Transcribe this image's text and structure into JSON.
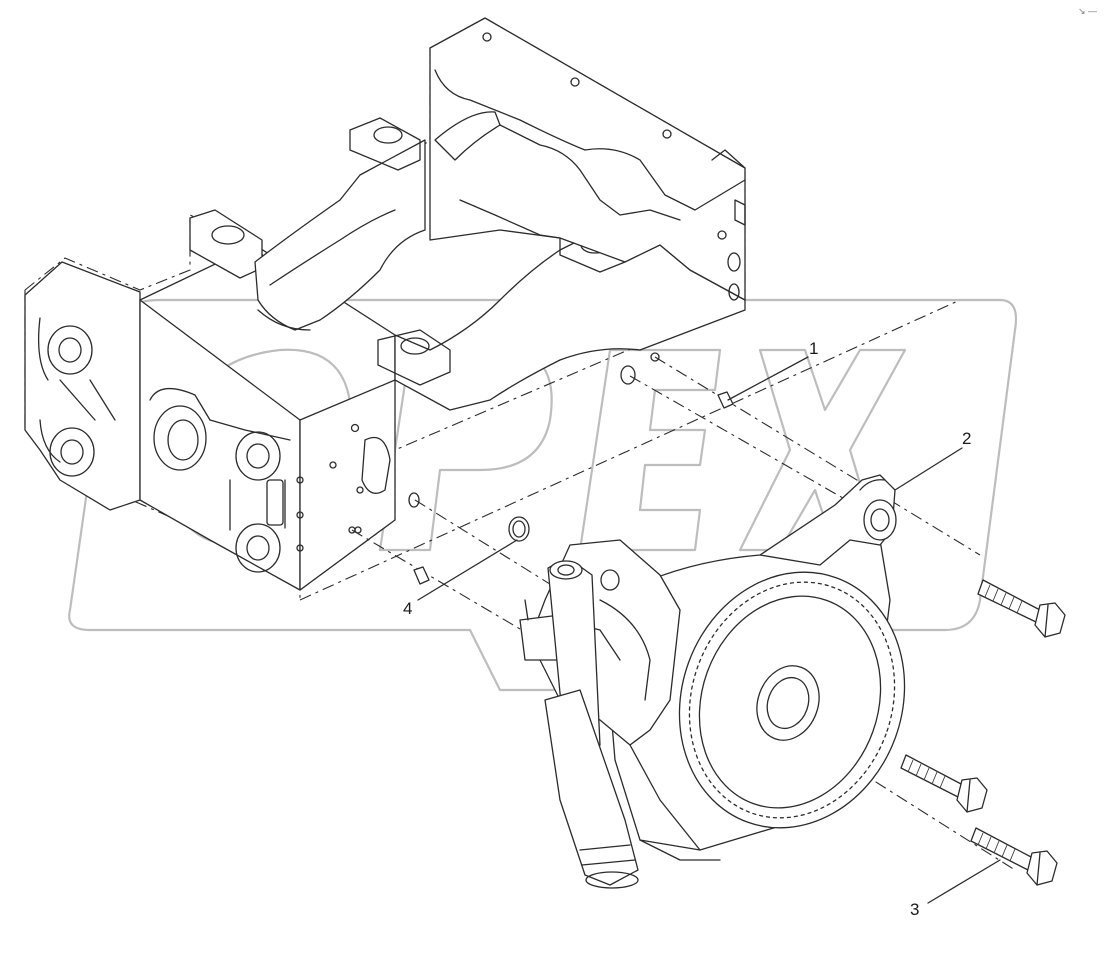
{
  "diagram": {
    "callouts": [
      {
        "id": "1",
        "label": "1"
      },
      {
        "id": "2",
        "label": "2"
      },
      {
        "id": "3",
        "label": "3"
      },
      {
        "id": "4",
        "label": "4"
      }
    ]
  },
  "watermark": {
    "text": "OPEX"
  },
  "corner_mark": "↘ —"
}
